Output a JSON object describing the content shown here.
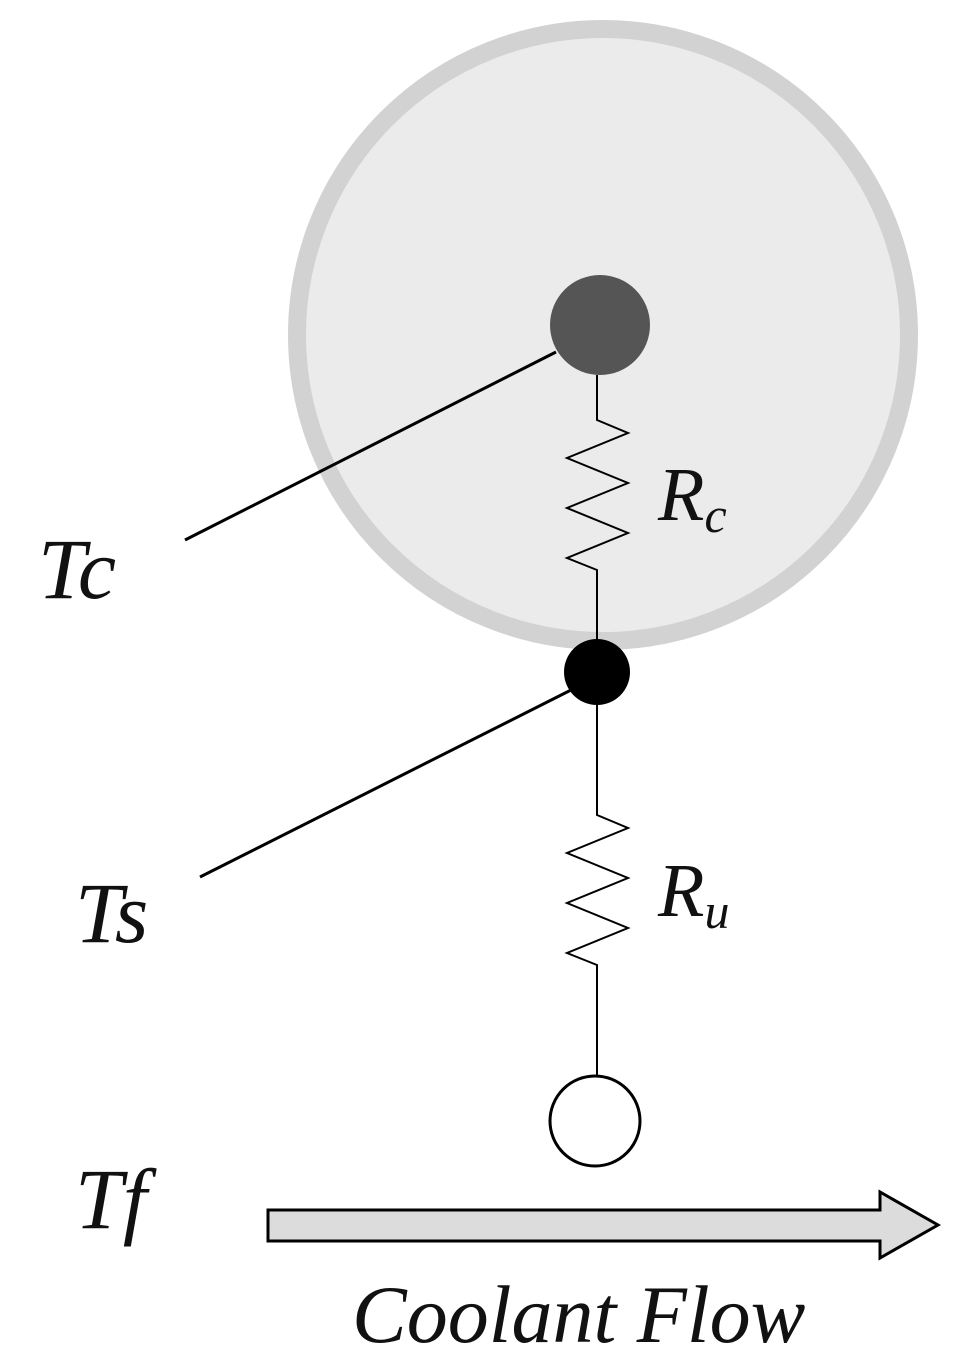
{
  "labels": {
    "tc": "Tc",
    "ts": "Ts",
    "tf": "Tf",
    "rc_main": "R",
    "rc_sub": "c",
    "ru_main": "R",
    "ru_sub": "u",
    "flow": "Coolant Flow"
  },
  "colors": {
    "pellet_ring": "#d2d2d2",
    "pellet_fill": "#ebebeb",
    "center_node": "#555555",
    "surface_node": "#000000",
    "arrow_fill": "#dcdcdc"
  }
}
